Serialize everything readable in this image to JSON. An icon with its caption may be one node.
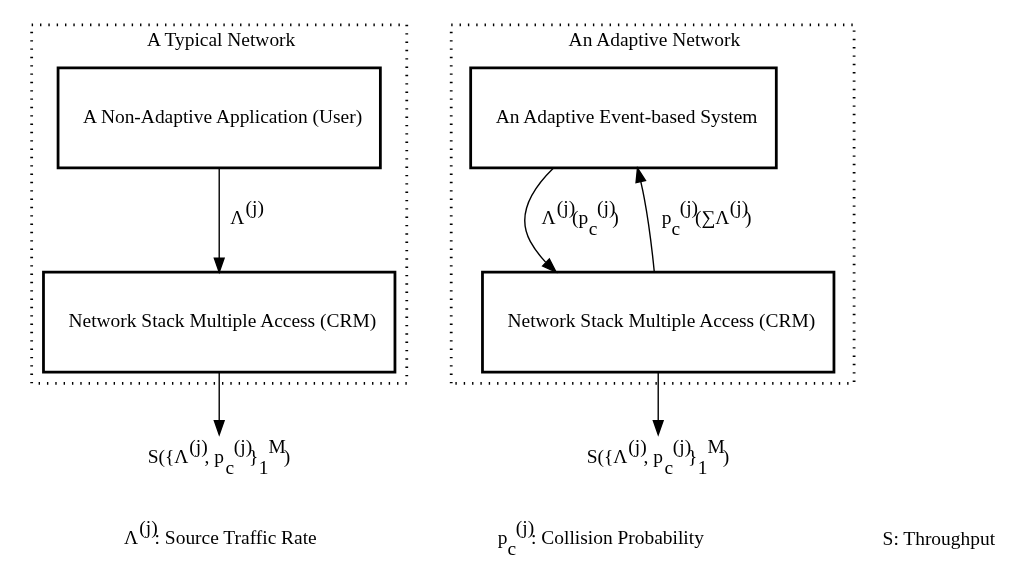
{
  "diagram": {
    "nodes": [
      {
        "text": [
          "A Typical Network"
        ]
      },
      {
        "text": [
          "A Non-Adaptive Application (User)"
        ],
        "in": 0
      },
      {
        "text": [
          "Network Stack Multiple Access (CRM)"
        ],
        "in": 0
      },
      {
        "text": [
          "An Adaptive Network"
        ]
      },
      {
        "text": [
          "An Adaptive Event-based System"
        ],
        "in": 3
      },
      {
        "text": [
          "Network Stack Multiple Access (CRM)"
        ],
        "in": 3
      },
      {
        "text": [
          "S({Λ$^{(j)}$, p$_{c}$$^{(j)}$}$_{1}$$^{M}$)"
        ]
      },
      {
        "text": [
          "S({Λ$^{(j)}$, p$_{c}$$^{(j)}$}$_{1}$$^{M}$)"
        ]
      }
    ],
    "edges": [
      {
        "from": 1,
        "to": 2,
        "arrow": "to",
        "label": "Λ$^{(j)}$"
      },
      {
        "from": 2,
        "to": 6,
        "arrow": "to"
      },
      {
        "from": 4,
        "to": 5,
        "arrow": "to",
        "label": "Λ$^{(j)}$(p$_{c}$$^{(j)}$)"
      },
      {
        "from": 5,
        "to": 4,
        "arrow": "to",
        "label": "p$_{c}$$^{(j)}$(∑Λ$^{(j)}$)"
      },
      {
        "from": 5,
        "to": 7,
        "arrow": "to"
      }
    ],
    "labels": [
      "Λ$^{(j)}$: Source Traffic Rate",
      "p$_{c}$$^{(j)}$: Collision Probability",
      "S: Throughput"
    ]
  }
}
